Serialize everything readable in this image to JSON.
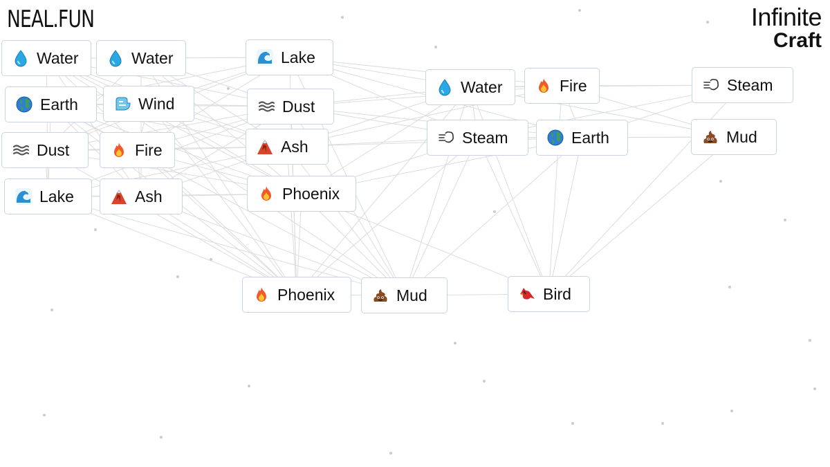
{
  "brand": {
    "left": "NEAL.FUN",
    "right_line1": "Infinite",
    "right_line2": "Craft"
  },
  "icons": {
    "Water": "droplet-icon",
    "Earth": "globe-icon",
    "Wind": "wind-icon",
    "Dust": "dust-icon",
    "Fire": "fire-icon",
    "Lake": "wave-icon",
    "Ash": "volcano-icon",
    "Phoenix": "fire-icon",
    "Steam": "steam-icon",
    "Mud": "mud-icon",
    "Bird": "bird-icon"
  },
  "colors": {
    "border": "#c8d4e3",
    "line": "#dcdcdc",
    "dot": "#cccccc"
  },
  "items": [
    {
      "label": "Water",
      "icon": "Water"
    },
    {
      "label": "Water",
      "icon": "Water"
    },
    {
      "label": "Earth",
      "icon": "Earth"
    },
    {
      "label": "Wind",
      "icon": "Wind"
    },
    {
      "label": "Dust",
      "icon": "Dust"
    },
    {
      "label": "Fire",
      "icon": "Fire"
    },
    {
      "label": "Lake",
      "icon": "Lake"
    },
    {
      "label": "Ash",
      "icon": "Ash"
    },
    {
      "label": "Lake",
      "icon": "Lake"
    },
    {
      "label": "Dust",
      "icon": "Dust"
    },
    {
      "label": "Ash",
      "icon": "Ash"
    },
    {
      "label": "Phoenix",
      "icon": "Phoenix"
    },
    {
      "label": "Water",
      "icon": "Water"
    },
    {
      "label": "Fire",
      "icon": "Fire"
    },
    {
      "label": "Steam",
      "icon": "Steam"
    },
    {
      "label": "Earth",
      "icon": "Earth"
    },
    {
      "label": "Steam",
      "icon": "Steam"
    },
    {
      "label": "Mud",
      "icon": "Mud"
    },
    {
      "label": "Phoenix",
      "icon": "Phoenix"
    },
    {
      "label": "Mud",
      "icon": "Mud"
    },
    {
      "label": "Bird",
      "icon": "Bird"
    }
  ]
}
